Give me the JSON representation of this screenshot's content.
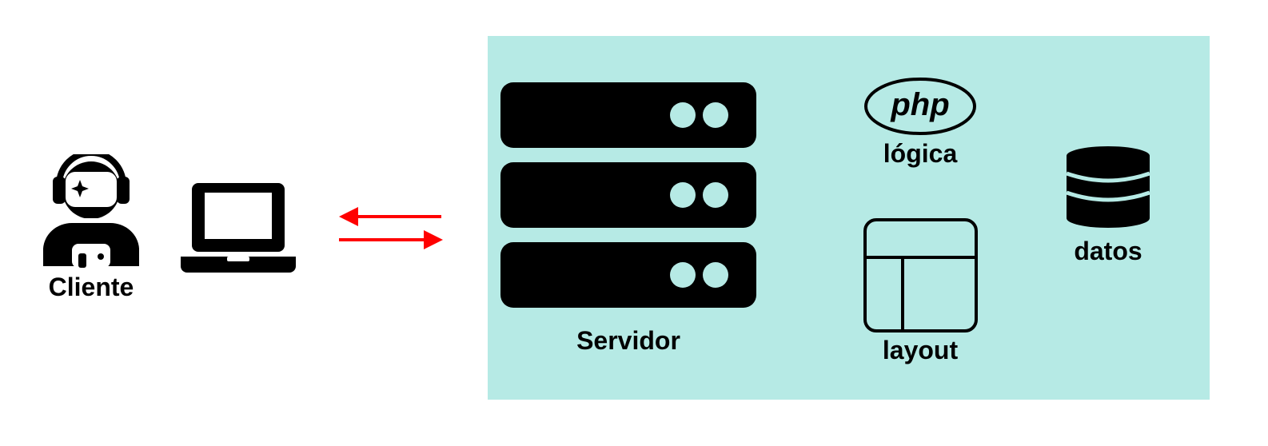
{
  "client": {
    "label": "Cliente",
    "person_icon": "person-with-headset-icon",
    "device_icon": "laptop-icon"
  },
  "connection": {
    "arrows_icon": "bidirectional-arrows-icon",
    "arrow_color": "#ff0000"
  },
  "server": {
    "label": "Servidor",
    "panel_color": "#b6eae5",
    "icon": "server-rack-icon",
    "units": [
      {
        "name": "server-unit-1"
      },
      {
        "name": "server-unit-2"
      },
      {
        "name": "server-unit-3"
      }
    ]
  },
  "logic": {
    "logo_text": "php",
    "label": "lógica",
    "icon": "php-logo-icon"
  },
  "layout": {
    "label": "layout",
    "icon": "layout-grid-icon"
  },
  "data": {
    "label": "datos",
    "icon": "database-icon"
  }
}
